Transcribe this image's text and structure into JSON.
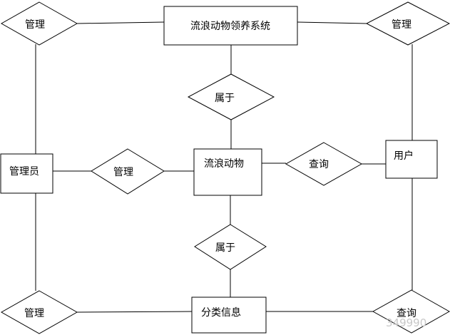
{
  "entities": {
    "system": "流浪动物领养系统",
    "animal": "流浪动物",
    "admin": "管理员",
    "user": "用户",
    "category": "分类信息"
  },
  "relations": {
    "manage_top_left": "管理",
    "manage_top_right": "管理",
    "belongs_top": "属于",
    "manage_middle": "管理",
    "query_middle": "查询",
    "belongs_bottom": "属于",
    "manage_bottom_left": "管理",
    "query_bottom_right": "查询"
  },
  "watermark": "349990"
}
